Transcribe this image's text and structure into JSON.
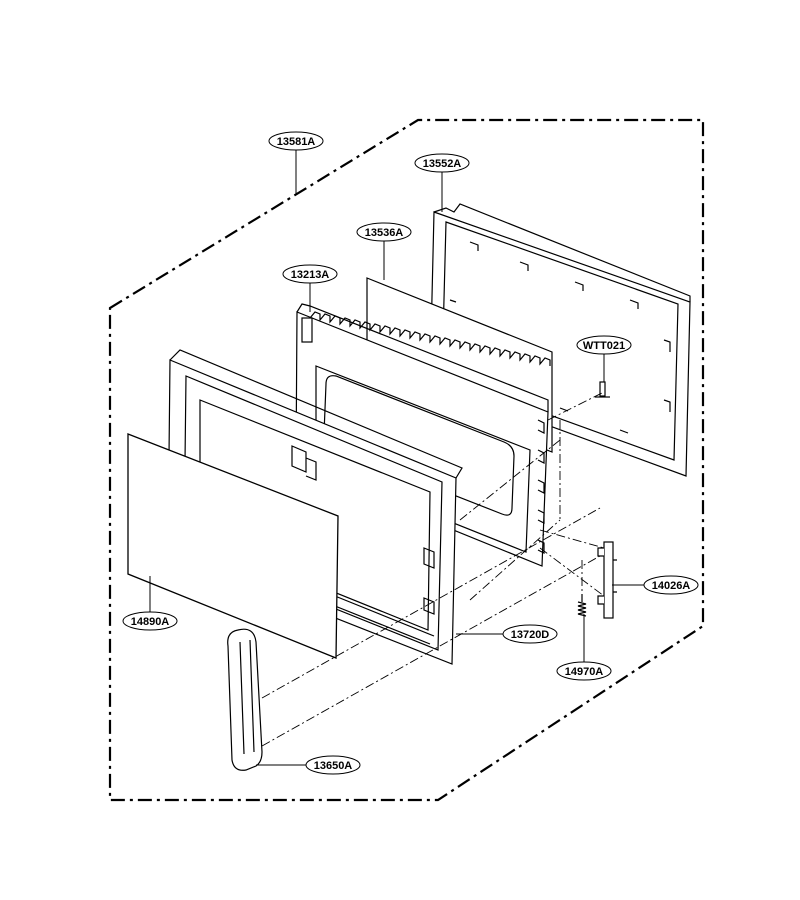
{
  "labels": {
    "assembly": "13581A",
    "door_back_frame": "13552A",
    "shield_panel": "13536A",
    "choke_frame": "13213A",
    "screw": "WTT021",
    "door_front_panel": "14890A",
    "door_frame": "13720D",
    "hinge": "14026A",
    "spring": "14970A",
    "handle": "13650A"
  }
}
